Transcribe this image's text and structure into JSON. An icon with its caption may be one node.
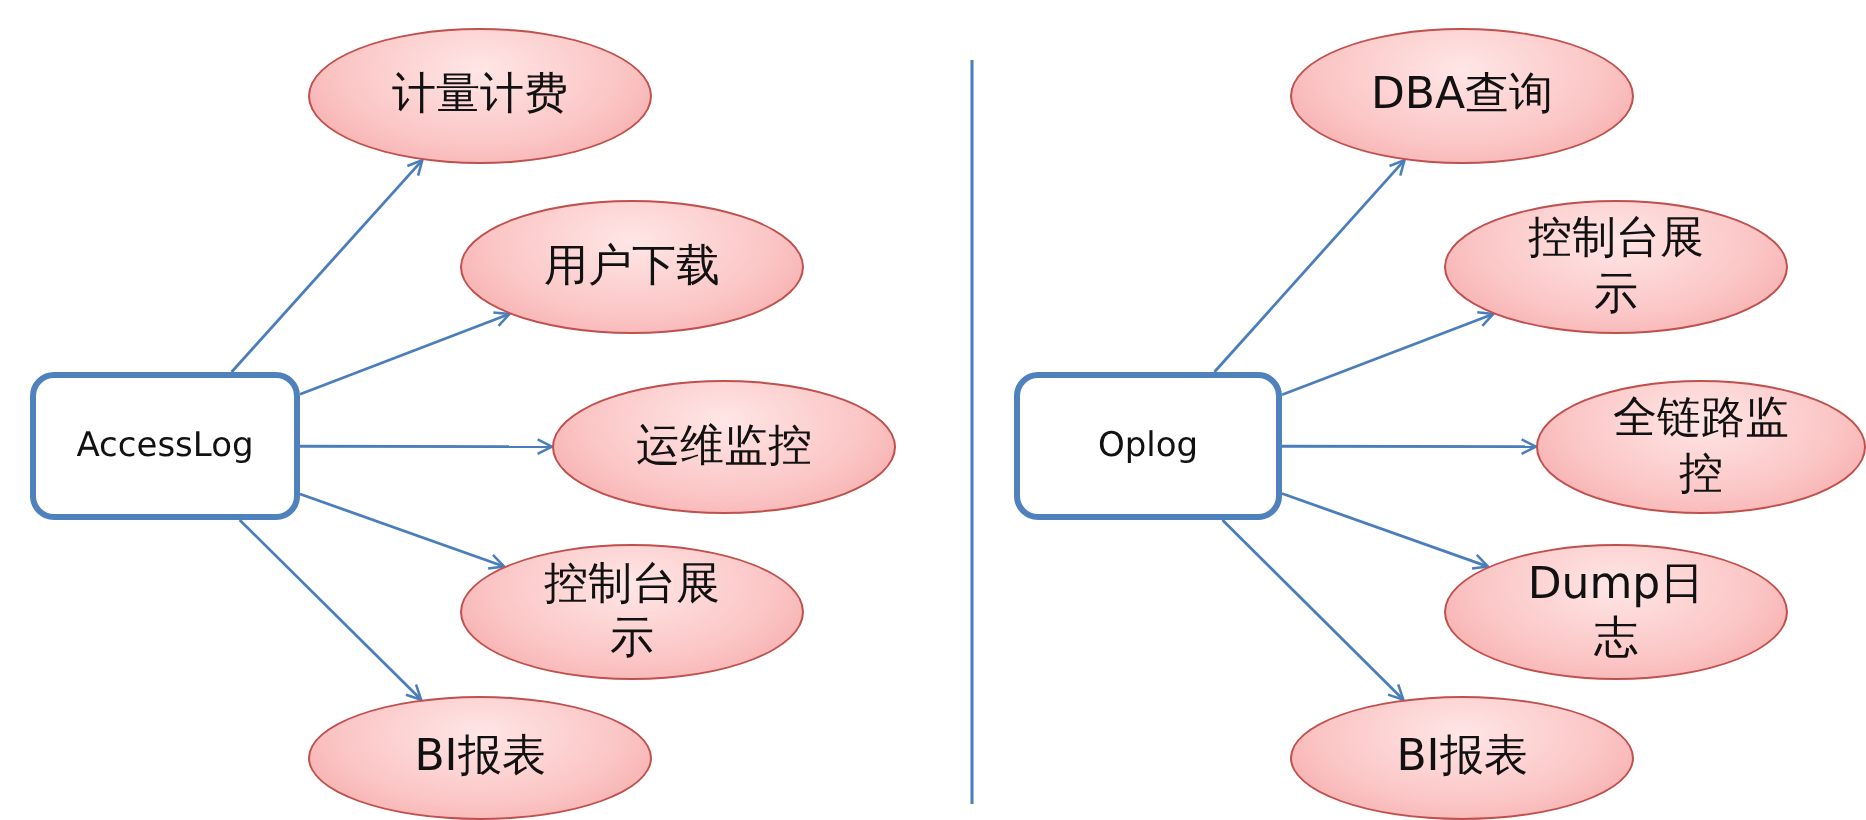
{
  "diagram": {
    "nodes": [
      {
        "text": [
          "AccessLog"
        ]
      },
      {
        "text": [
          "计量计费"
        ]
      },
      {
        "text": [
          "用户下载"
        ]
      },
      {
        "text": [
          "运维监控"
        ]
      },
      {
        "text": [
          "控制台展示"
        ]
      },
      {
        "text": [
          "BI报表"
        ]
      },
      {
        "text": [
          "Oplog"
        ]
      },
      {
        "text": [
          "DBA查询"
        ]
      },
      {
        "text": [
          "控制台展示"
        ]
      },
      {
        "text": [
          "全链路监控"
        ]
      },
      {
        "text": [
          "Dump日志"
        ]
      },
      {
        "text": [
          "BI报表"
        ]
      }
    ],
    "edges": [
      {
        "from": 0,
        "to": 1,
        "arrow": "to"
      },
      {
        "from": 0,
        "to": 2,
        "arrow": "to"
      },
      {
        "from": 0,
        "to": 3,
        "arrow": "to"
      },
      {
        "from": 0,
        "to": 4,
        "arrow": "to"
      },
      {
        "from": 0,
        "to": 5,
        "arrow": "to"
      },
      {
        "from": 6,
        "to": 7,
        "arrow": "to"
      },
      {
        "from": 6,
        "to": 8,
        "arrow": "to"
      },
      {
        "from": 6,
        "to": 9,
        "arrow": "to"
      },
      {
        "from": 6,
        "to": 10,
        "arrow": "to"
      },
      {
        "from": 6,
        "to": 11,
        "arrow": "to"
      }
    ]
  }
}
